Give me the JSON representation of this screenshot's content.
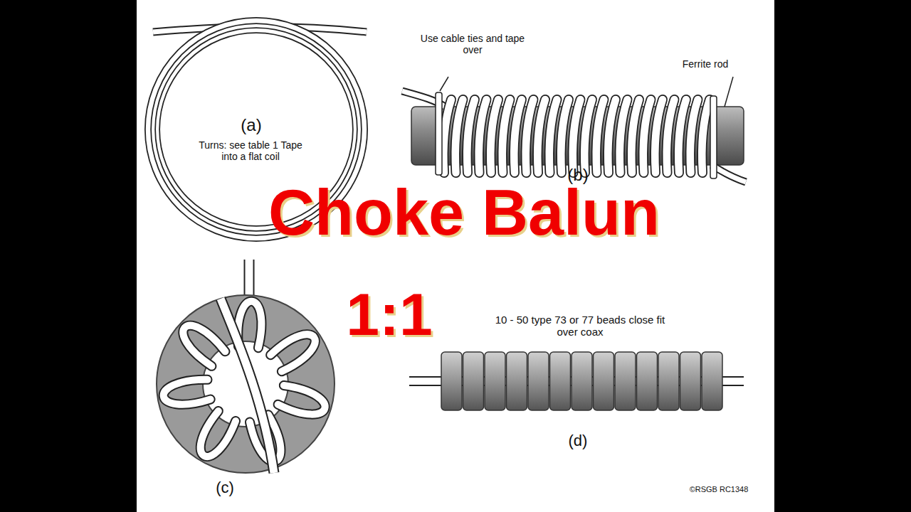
{
  "diagram": {
    "title": "Choke Balun",
    "labels": [
      "(a)",
      "Turns: see table 1 Tape into a flat coil",
      "Use cable ties and tape over",
      "Ferrite rod",
      "(b)",
      "(c)",
      "10 - 50 type 73 or 77 beads close fit over coax",
      "(d)",
      "©RSGB RC1348",
      "1:1"
    ]
  }
}
